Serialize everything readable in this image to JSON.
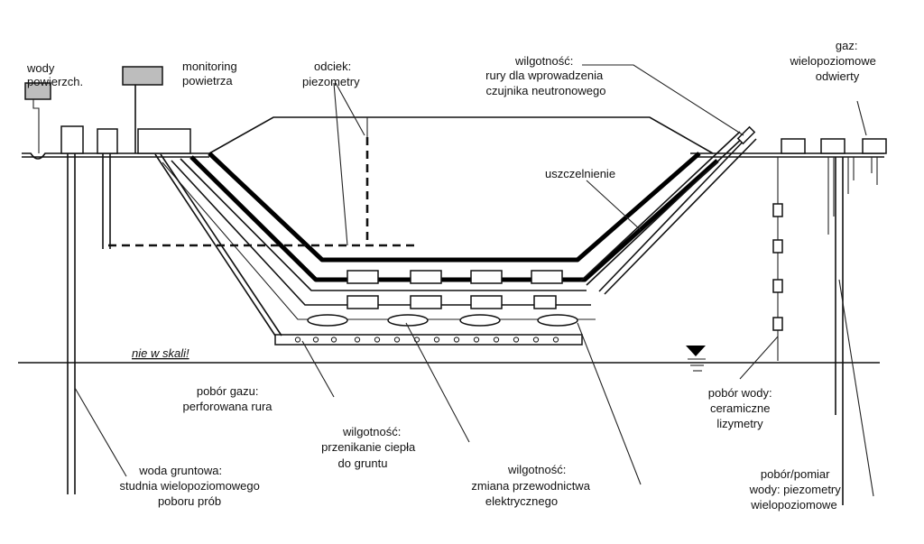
{
  "labels": {
    "surface_water": [
      "wody",
      "powierzch."
    ],
    "air_monitoring": [
      "monitoring",
      "powietrza"
    ],
    "leachate": [
      "odciek:",
      "piezometry"
    ],
    "moisture_tubes": [
      "wilgotność:",
      "rury dla wprowadzenia",
      "czujnika neutronowego"
    ],
    "gas_wells": [
      "gaz:",
      "wielopoziomowe",
      "odwierty"
    ],
    "sealing": [
      "uszczelnienie"
    ],
    "not_to_scale": [
      "nie w skali!"
    ],
    "gas_sampling": [
      "pobór gazu:",
      "perforowana rura"
    ],
    "heat": [
      "wilgotność:",
      "przenikanie ciepła",
      "do gruntu"
    ],
    "conductivity": [
      "wilgotność:",
      "zmiana przewodnictwa",
      "elektrycznego"
    ],
    "lysimeters": [
      "pobór wody:",
      "ceramiczne",
      "lizymetry"
    ],
    "groundwater": [
      "woda gruntowa:",
      "studnia  wielopoziomowego",
      "poboru prób"
    ],
    "piezometers": [
      "pobór/pomiar",
      "wody: piezometry",
      "wielopoziomowe"
    ]
  }
}
